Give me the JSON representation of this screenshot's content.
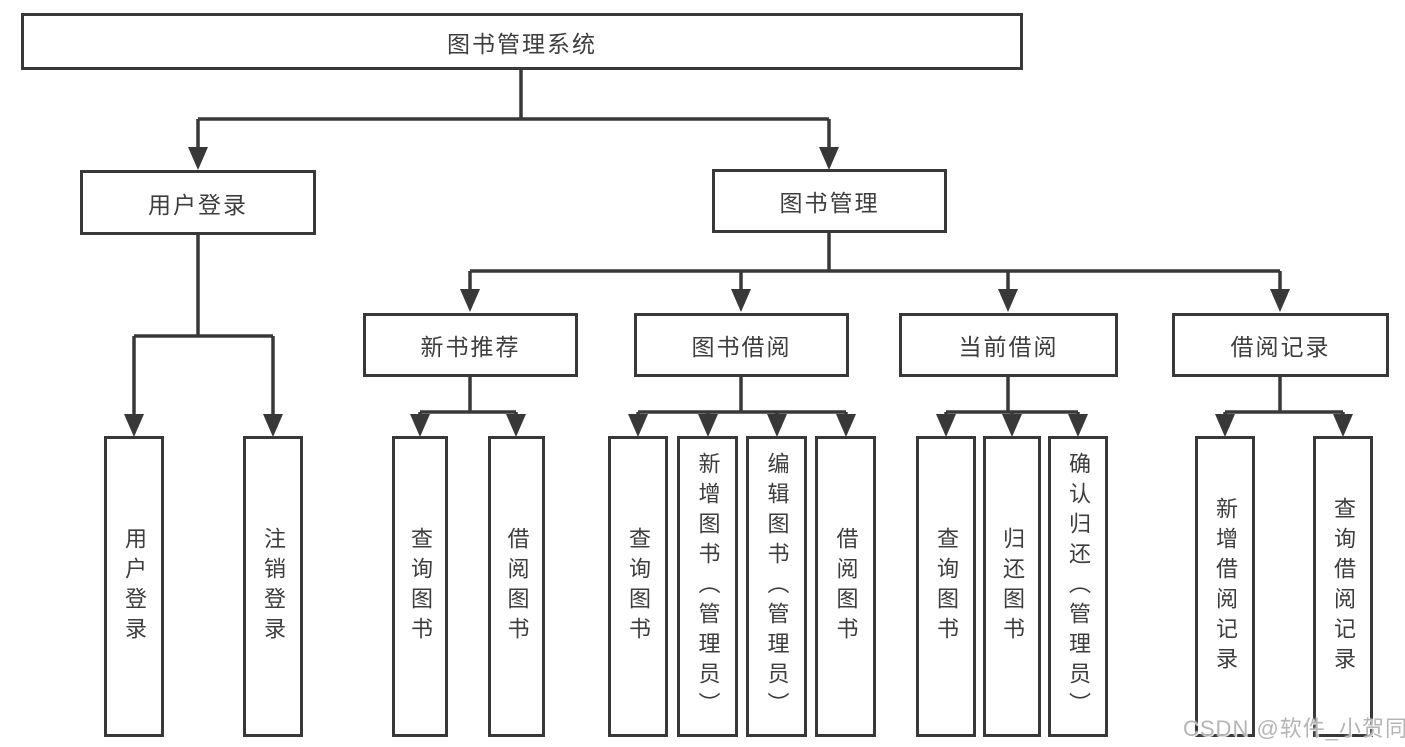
{
  "diagram": {
    "root": {
      "label": "图书管理系统"
    },
    "level2": [
      {
        "label": "用户登录"
      },
      {
        "label": "图书管理"
      }
    ],
    "level3": [
      {
        "label": "新书推荐"
      },
      {
        "label": "图书借阅"
      },
      {
        "label": "当前借阅"
      },
      {
        "label": "借阅记录"
      }
    ],
    "leaves": {
      "user": [
        "用户登录",
        "注销登录"
      ],
      "newbook": [
        "查询图书",
        "借阅图书"
      ],
      "borrow": [
        "查询图书",
        "新增图书（管理员）",
        "编辑图书（管理员）",
        "借阅图书"
      ],
      "current": [
        "查询图书",
        "归还图书",
        "确认归还（管理员）"
      ],
      "records": [
        "新增借阅记录",
        "查询借阅记录"
      ]
    }
  },
  "watermark": {
    "text": "CSDN @软件_小贺同学"
  },
  "colors": {
    "line": "#383838",
    "text": "#3d3d3d",
    "background": "#ffffff",
    "watermark": "#b5b5b5"
  }
}
